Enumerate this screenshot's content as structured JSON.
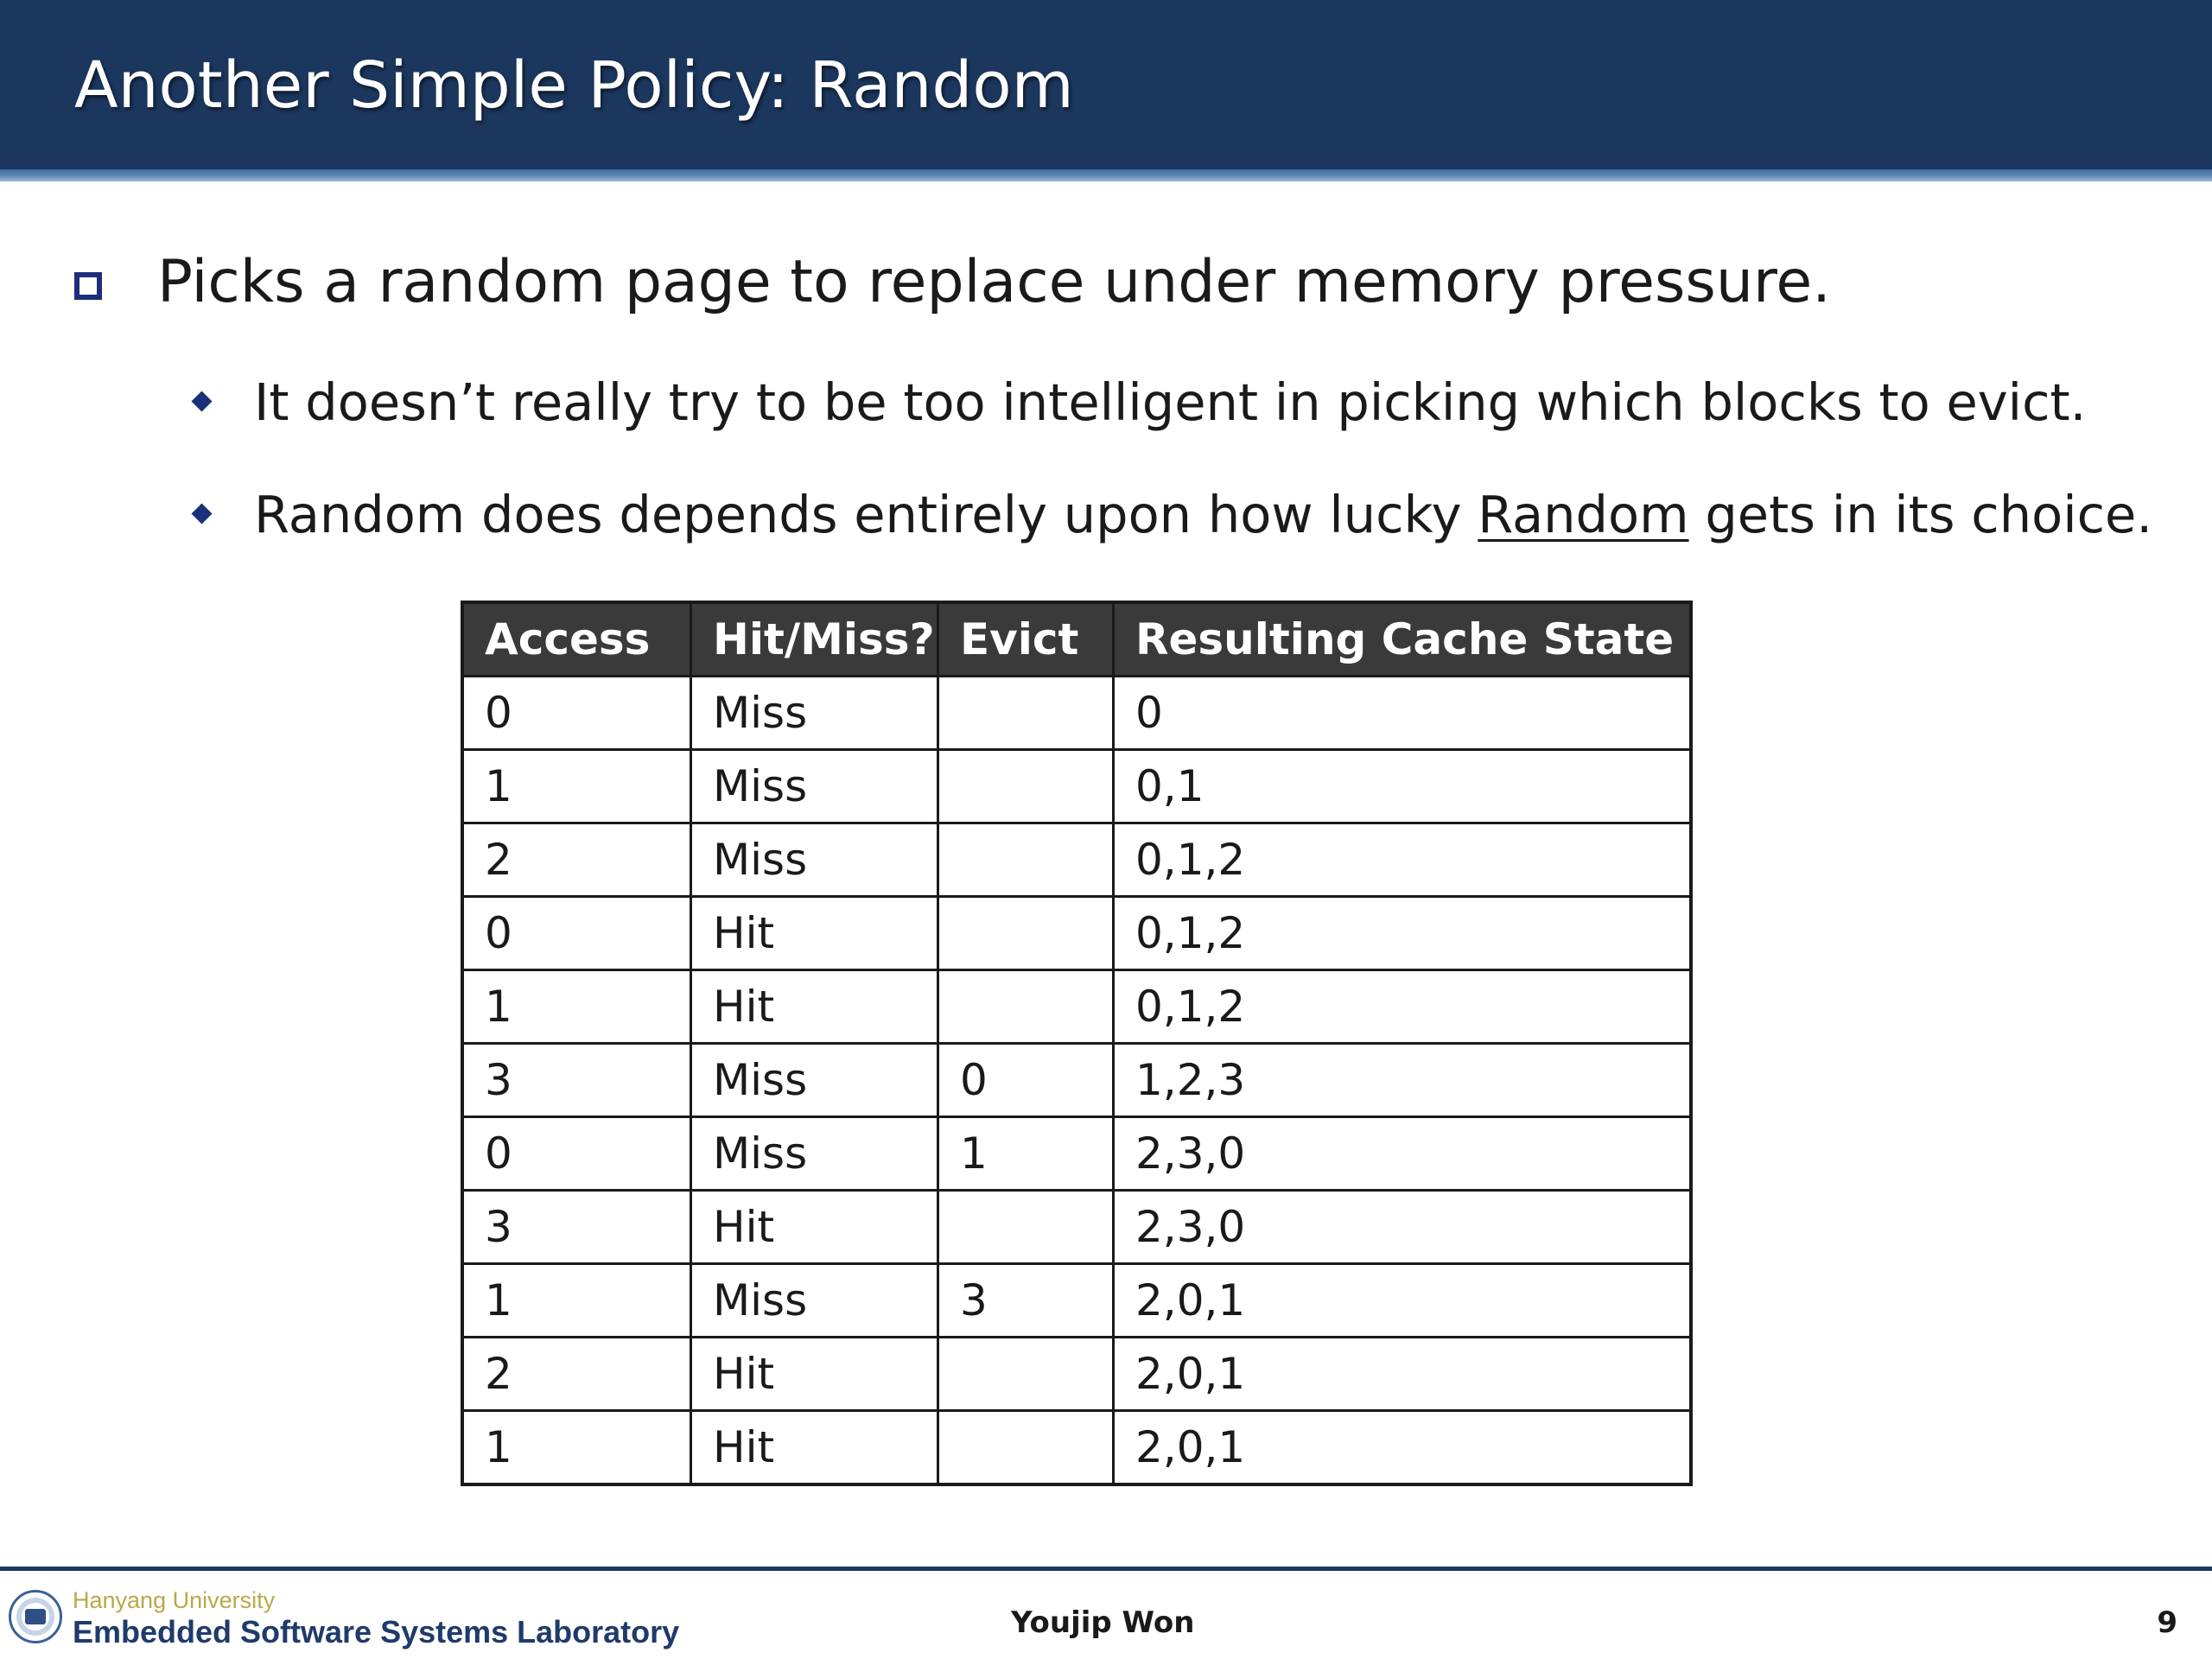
{
  "slide": {
    "title": "Another Simple Policy: Random"
  },
  "bullets": {
    "main": "Picks a random page to replace under memory pressure.",
    "sub1": "It doesn’t really try to be too intelligent in picking which blocks to evict.",
    "sub2_before": "Random does depends entirely upon how lucky ",
    "sub2_underlined": "Random",
    "sub2_after": " gets in its choice."
  },
  "table": {
    "headers": [
      "Access",
      "Hit/Miss?",
      "Evict",
      "Resulting Cache State"
    ],
    "rows": [
      [
        "0",
        "Miss",
        "",
        "0"
      ],
      [
        "1",
        "Miss",
        "",
        "0,1"
      ],
      [
        "2",
        "Miss",
        "",
        "0,1,2"
      ],
      [
        "0",
        "Hit",
        "",
        "0,1,2"
      ],
      [
        "1",
        "Hit",
        "",
        "0,1,2"
      ],
      [
        "3",
        "Miss",
        "0",
        "1,2,3"
      ],
      [
        "0",
        "Miss",
        "1",
        "2,3,0"
      ],
      [
        "3",
        "Hit",
        "",
        "2,3,0"
      ],
      [
        "1",
        "Miss",
        "3",
        "2,0,1"
      ],
      [
        "2",
        "Hit",
        "",
        "2,0,1"
      ],
      [
        "1",
        "Hit",
        "",
        "2,0,1"
      ]
    ]
  },
  "footer": {
    "university": "Hanyang University",
    "lab": "Embedded Software Systems Laboratory",
    "author": "Youjip Won",
    "page_number": "9"
  },
  "colors": {
    "header_bg": "#1c375e",
    "table_header_bg": "#3a3a3a",
    "bullet": "#1c2f7a",
    "university_text": "#b8a94a",
    "lab_text": "#1f3b6b"
  },
  "icons": {
    "main_bullet": "square-bullet-icon",
    "sub_bullet": "diamond-bullet-icon",
    "logo": "university-seal-logo"
  }
}
